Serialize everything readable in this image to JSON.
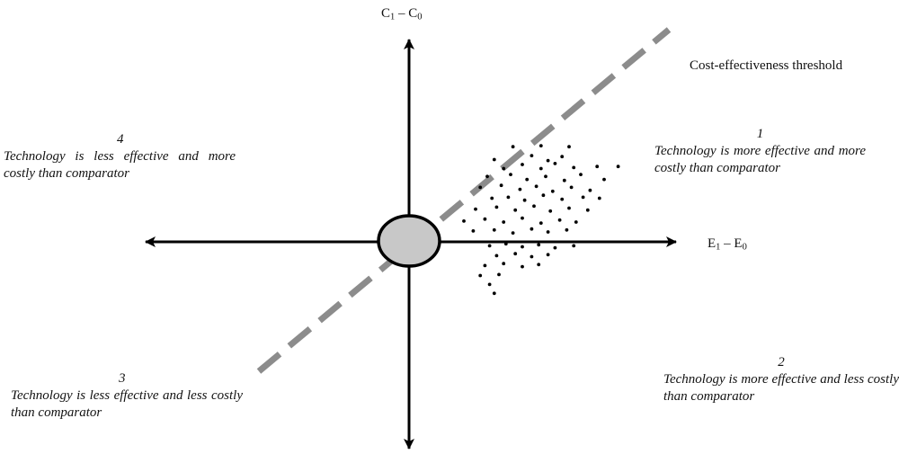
{
  "axes": {
    "y_label_main": "C",
    "y_label_sub1": "1",
    "y_label_dash": " – C",
    "y_label_sub2": "0",
    "x_label_main": "E",
    "x_label_sub1": "1",
    "x_label_dash": " – E",
    "x_label_sub2": "0"
  },
  "threshold_label": "Cost-effectiveness threshold",
  "quadrants": [
    {
      "number": "1",
      "text": "Technology is more effective and more costly than comparator"
    },
    {
      "number": "2",
      "text": "Technology is more effective and less costly than comparator"
    },
    {
      "number": "3",
      "text": "Technology is less effective and less costly than comparator"
    },
    {
      "number": "4",
      "text": "Technology is less effective and more costly than comparator"
    }
  ],
  "colors": {
    "axis": "#000000",
    "threshold_line": "#8c8c8c",
    "origin_fill": "#c8c8c8",
    "dots": "#000000"
  },
  "scatter_points": [
    [
      0.26,
      0.96
    ],
    [
      0.38,
      0.97
    ],
    [
      0.5,
      0.96
    ],
    [
      0.18,
      0.83
    ],
    [
      0.34,
      0.87
    ],
    [
      0.41,
      0.82
    ],
    [
      0.47,
      0.86
    ],
    [
      0.22,
      0.74
    ],
    [
      0.3,
      0.78
    ],
    [
      0.38,
      0.74
    ],
    [
      0.44,
      0.79
    ],
    [
      0.52,
      0.75
    ],
    [
      0.62,
      0.76
    ],
    [
      0.71,
      0.76
    ],
    [
      0.15,
      0.66
    ],
    [
      0.25,
      0.68
    ],
    [
      0.32,
      0.63
    ],
    [
      0.4,
      0.66
    ],
    [
      0.48,
      0.62
    ],
    [
      0.55,
      0.68
    ],
    [
      0.65,
      0.63
    ],
    [
      0.12,
      0.55
    ],
    [
      0.21,
      0.57
    ],
    [
      0.29,
      0.53
    ],
    [
      0.36,
      0.56
    ],
    [
      0.43,
      0.51
    ],
    [
      0.51,
      0.55
    ],
    [
      0.59,
      0.52
    ],
    [
      0.17,
      0.44
    ],
    [
      0.24,
      0.45
    ],
    [
      0.31,
      0.42
    ],
    [
      0.39,
      0.47
    ],
    [
      0.47,
      0.43
    ],
    [
      0.56,
      0.45
    ],
    [
      0.63,
      0.44
    ],
    [
      0.1,
      0.33
    ],
    [
      0.19,
      0.35
    ],
    [
      0.27,
      0.32
    ],
    [
      0.35,
      0.36
    ],
    [
      0.42,
      0.31
    ],
    [
      0.5,
      0.34
    ],
    [
      0.58,
      0.32
    ],
    [
      0.05,
      0.21
    ],
    [
      0.14,
      0.23
    ],
    [
      0.22,
      0.2
    ],
    [
      0.3,
      0.24
    ],
    [
      0.38,
      0.19
    ],
    [
      0.46,
      0.22
    ],
    [
      0.53,
      0.2
    ],
    [
      0.09,
      0.11
    ],
    [
      0.18,
      0.12
    ],
    [
      0.26,
      0.09
    ],
    [
      0.34,
      0.13
    ],
    [
      0.41,
      0.1
    ],
    [
      0.49,
      0.12
    ],
    [
      0.16,
      -0.04
    ],
    [
      0.23,
      -0.02
    ],
    [
      0.3,
      -0.05
    ],
    [
      0.37,
      -0.03
    ],
    [
      0.44,
      -0.06
    ],
    [
      0.52,
      -0.04
    ],
    [
      0.19,
      -0.14
    ],
    [
      0.27,
      -0.12
    ],
    [
      0.34,
      -0.15
    ],
    [
      0.41,
      -0.13
    ],
    [
      0.14,
      -0.24
    ],
    [
      0.22,
      -0.22
    ],
    [
      0.3,
      -0.25
    ],
    [
      0.37,
      -0.23
    ],
    [
      0.12,
      -0.34
    ],
    [
      0.2,
      -0.33
    ],
    [
      0.16,
      -0.43
    ],
    [
      0.18,
      -0.52
    ]
  ]
}
